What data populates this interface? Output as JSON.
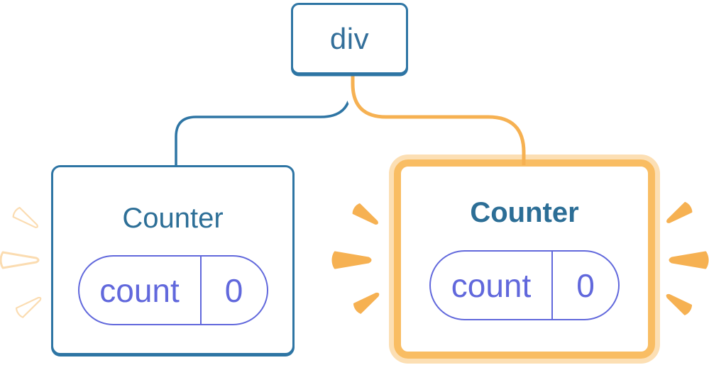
{
  "diagram": {
    "description": "React component tree: div parent with two Counter children; right Counter highlighted as re-rendering",
    "root": {
      "label": "div"
    },
    "children": [
      {
        "title": "Counter",
        "state": {
          "key": "count",
          "value": "0"
        },
        "highlighted": false
      },
      {
        "title": "Counter",
        "state": {
          "key": "count",
          "value": "0"
        },
        "highlighted": true
      }
    ]
  },
  "icons": {
    "spark": "burst-spark-wedge"
  },
  "colors": {
    "blue_border": "#2E75A4",
    "blue_text": "#2D6F97",
    "purple_pill": "#6168DC",
    "orange_line": "#F6B152",
    "orange_card_border": "#F9BD63",
    "orange_card_ring": "#FCDFB4",
    "spark_white": "#FFFFFF",
    "spark_orange": "#F6B152",
    "background": "#FFFFFF"
  }
}
